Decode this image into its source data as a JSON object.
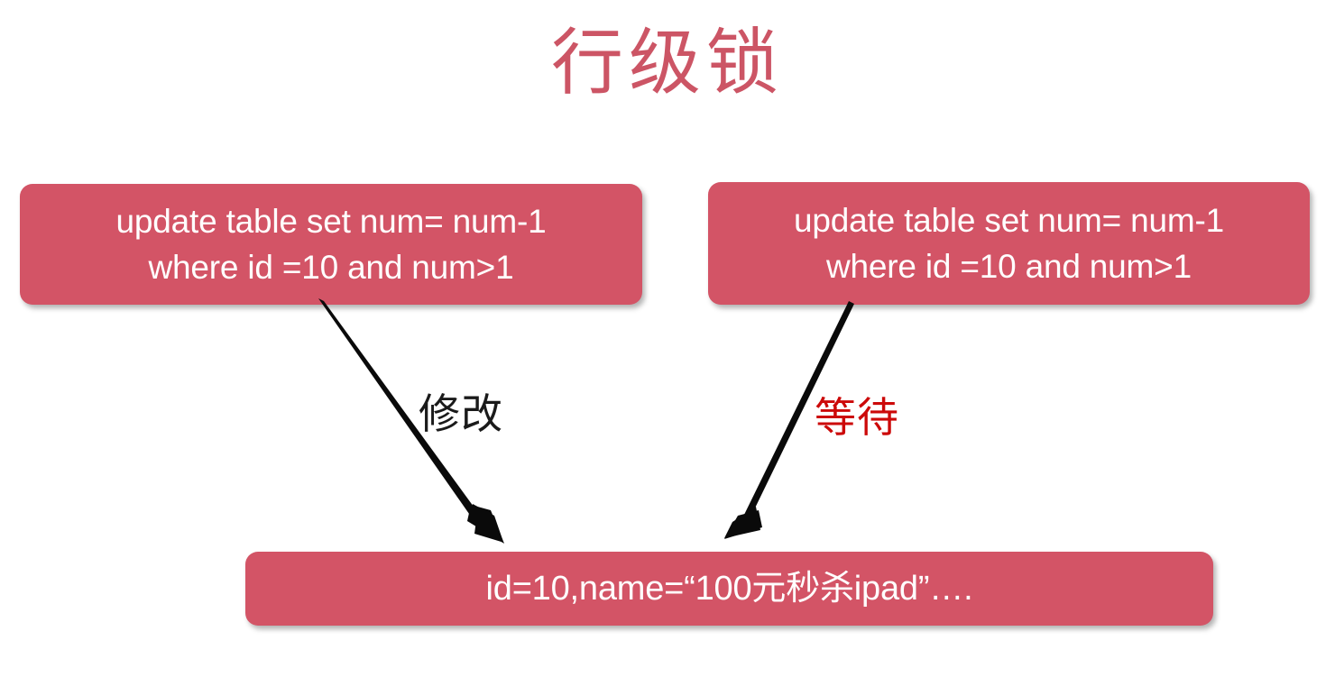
{
  "slide": {
    "title": "行级锁",
    "title_color": "#cc5565",
    "background_color": "#ffffff"
  },
  "boxes": {
    "fill_color": "#d35466",
    "text_color": "#ffffff",
    "left_statement": "update table set num= num-1\nwhere id =10 and num>1",
    "right_statement": "update table set num= num-1\nwhere id =10 and num>1",
    "row_record": "id=10,name=“100元秒杀ipad”…."
  },
  "arrows": {
    "left": {
      "label": "修改",
      "label_color": "#1a1a1a",
      "stroke_color": "#000000",
      "from": "left-statement-box",
      "to": "row-record-box"
    },
    "right": {
      "label": "等待",
      "label_color": "#cc0909",
      "stroke_color": "#000000",
      "from": "right-statement-box",
      "to": "row-record-box"
    }
  }
}
